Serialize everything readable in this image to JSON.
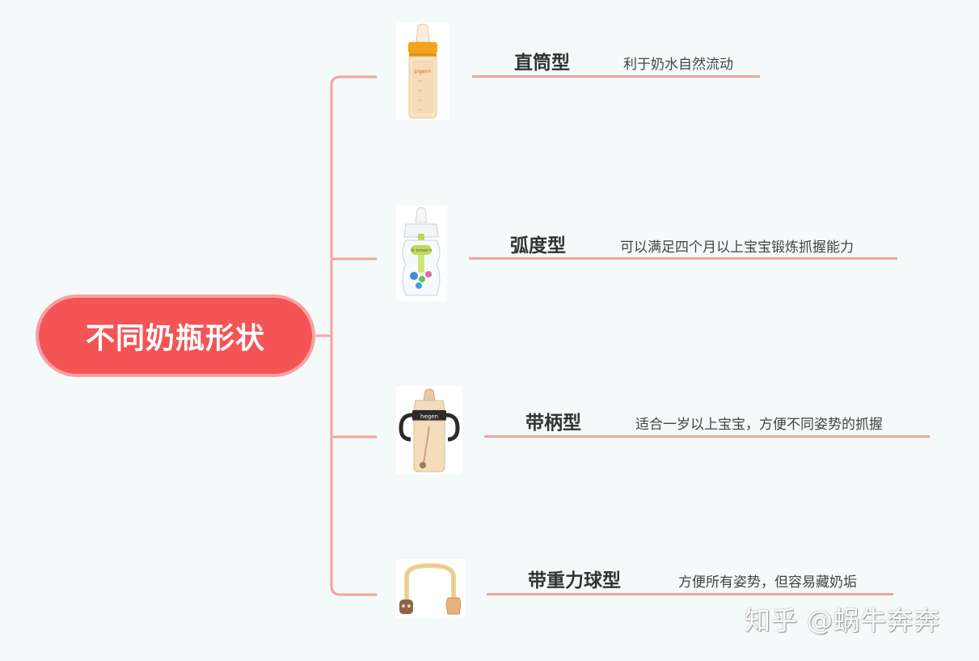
{
  "root": {
    "title": "不同奶瓶形状"
  },
  "branches": [
    {
      "title": "直筒型",
      "desc": "利于奶水自然流动",
      "icon": "straight-bottle-icon"
    },
    {
      "title": "弧度型",
      "desc": "可以满足四个月以上宝宝锻炼抓握能力",
      "icon": "curved-bottle-icon"
    },
    {
      "title": "带柄型",
      "desc": "适合一岁以上宝宝，方便不同姿势的抓握",
      "icon": "handled-bottle-icon"
    },
    {
      "title": "带重力球型",
      "desc": "方便所有姿势，但容易藏奶垢",
      "icon": "gravity-ball-straw-icon"
    }
  ],
  "watermark": "知乎 @蜗牛奔奔",
  "colors": {
    "root_fill": "#f45455",
    "root_border": "#f7a0a0",
    "connector": "#f3a3a3",
    "background": "#f4f9f9"
  }
}
